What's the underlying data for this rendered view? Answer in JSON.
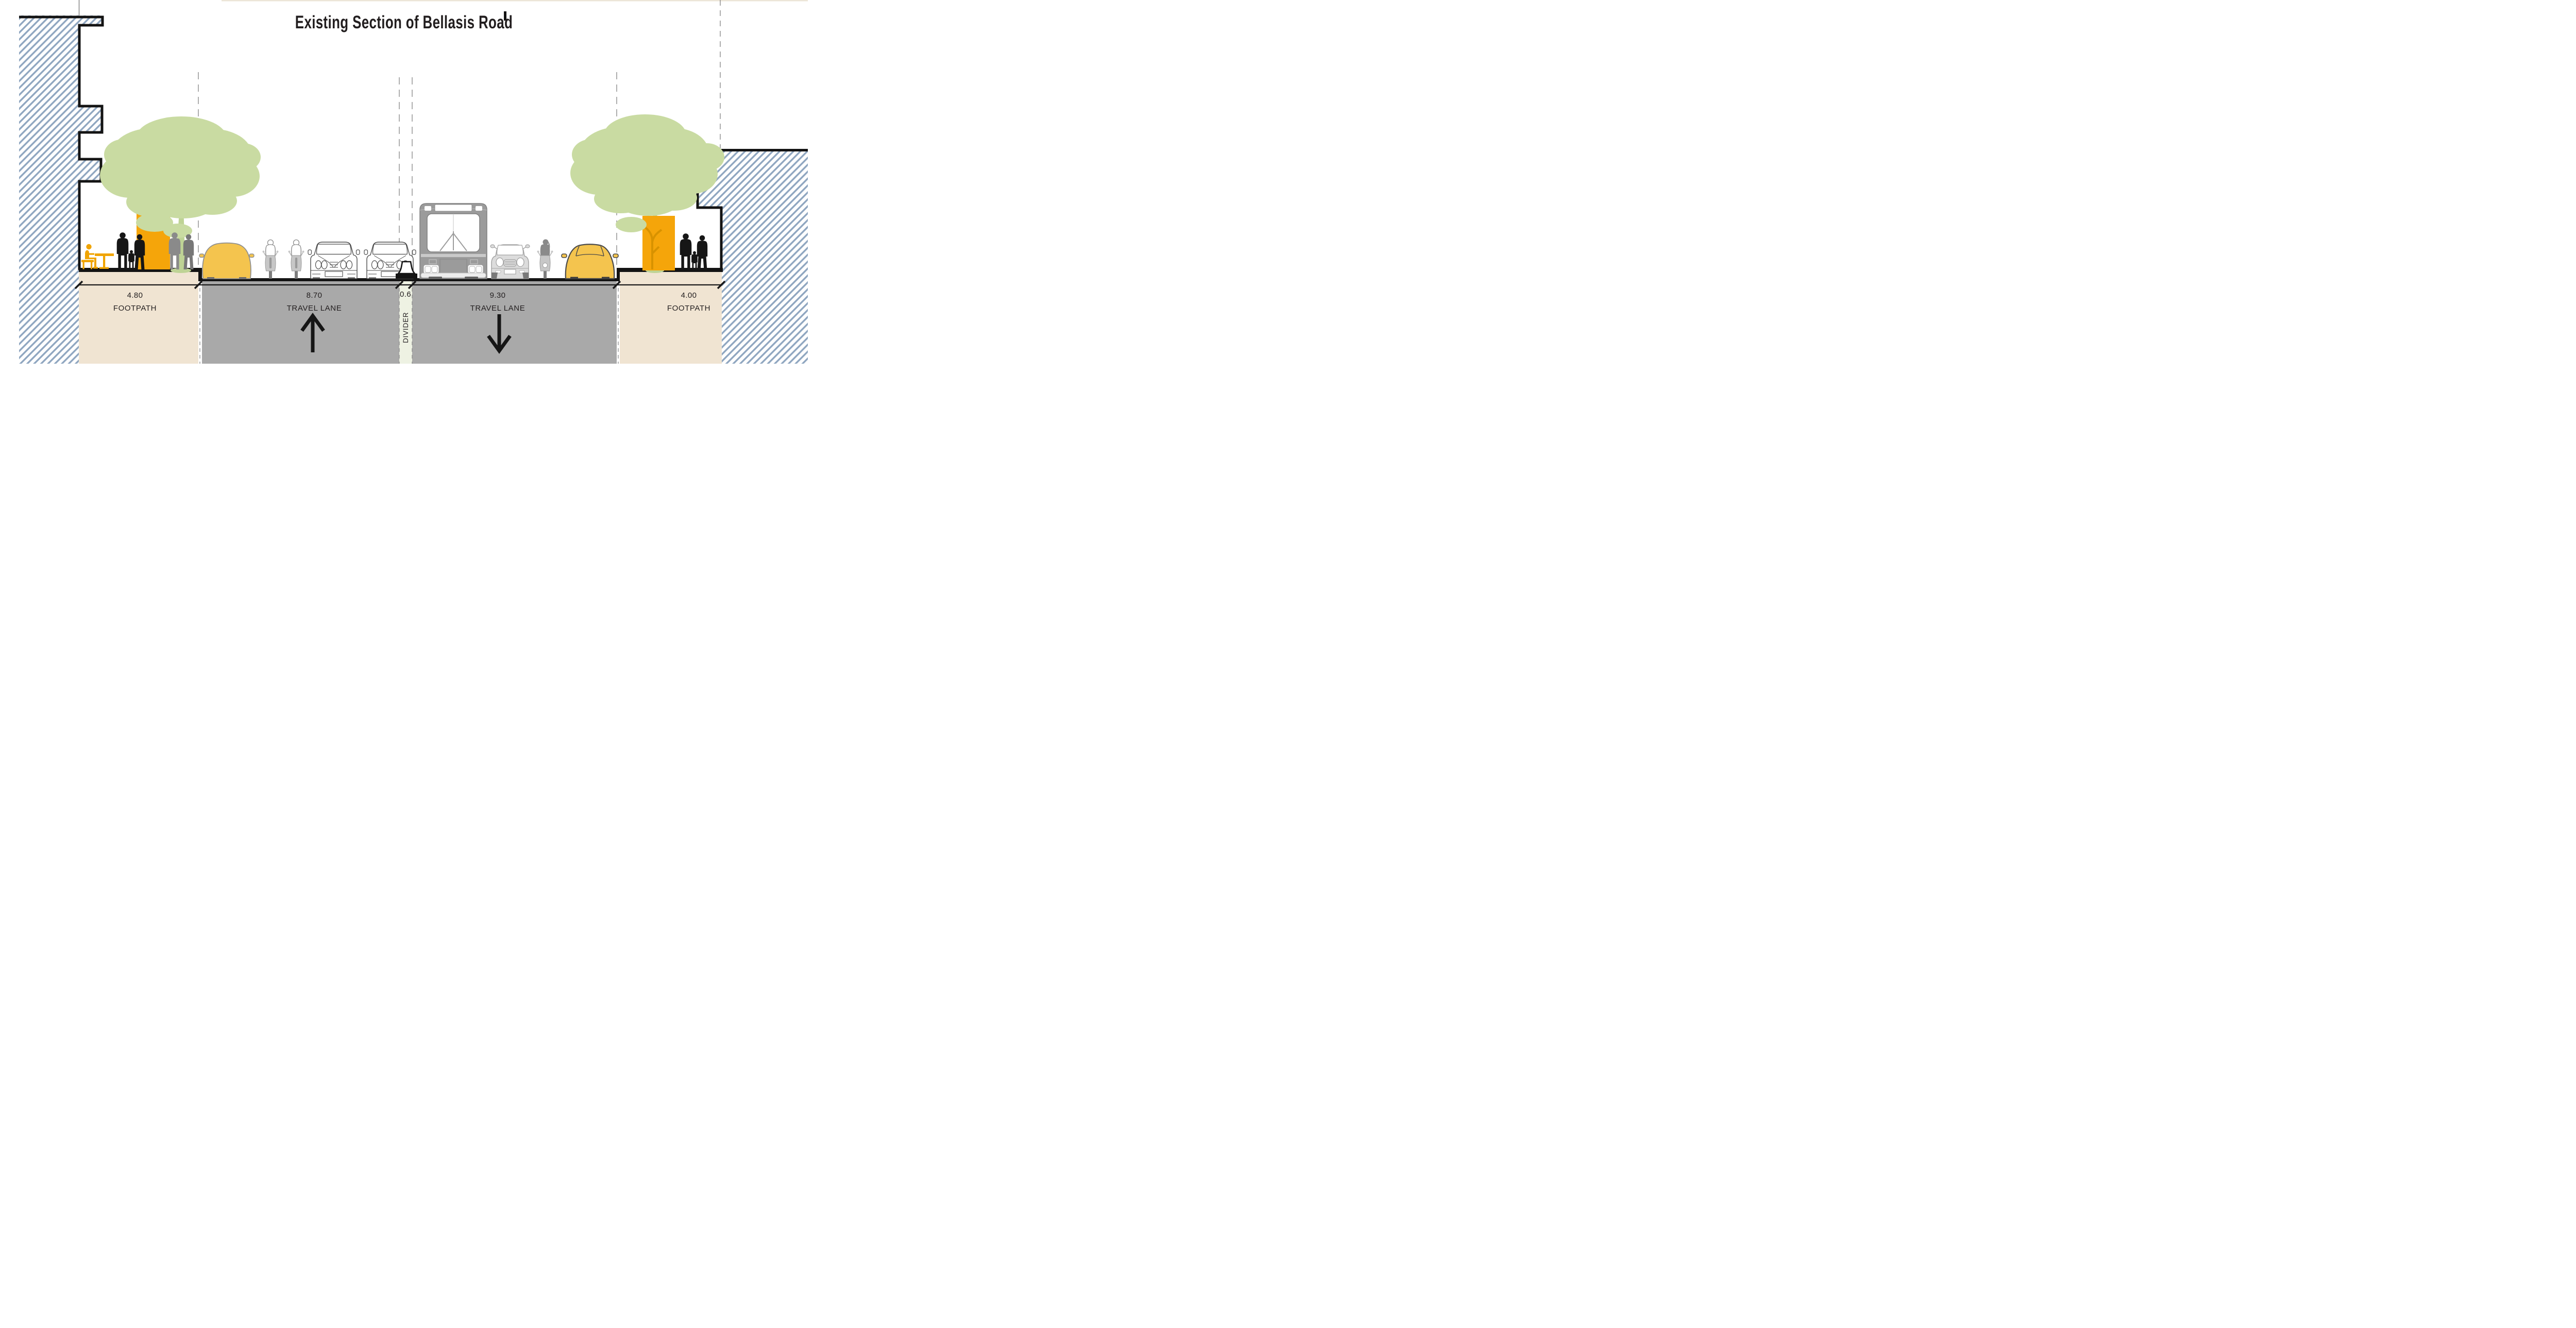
{
  "title": "Existing Section of Bellasis Road",
  "sections": [
    {
      "name": "footpath-left",
      "dimension": "4.80",
      "label": "FOOTPATH"
    },
    {
      "name": "travel-lane-northbound",
      "dimension": "8.70",
      "label": "TRAVEL LANE",
      "direction": "up"
    },
    {
      "name": "divider",
      "dimension": "0.6",
      "label": "DIVIDER"
    },
    {
      "name": "travel-lane-southbound",
      "dimension": "9.30",
      "label": "TRAVEL LANE",
      "direction": "down"
    },
    {
      "name": "footpath-right",
      "dimension": "4.00",
      "label": "FOOTPATH"
    }
  ],
  "colors": {
    "hatch_blue": "#8fa6c0",
    "footpath_fill": "#f0e4d2",
    "road_fill": "#a9a9a9",
    "divider_fill": "#eef2e3",
    "tree_green": "#c9dba2",
    "trunk_green": "#bed395",
    "kiosk_orange": "#f5a50a",
    "car_yellow": "#f4c44e",
    "bus_gray": "#9b9b9b",
    "outline_black": "#1a1a1a"
  }
}
